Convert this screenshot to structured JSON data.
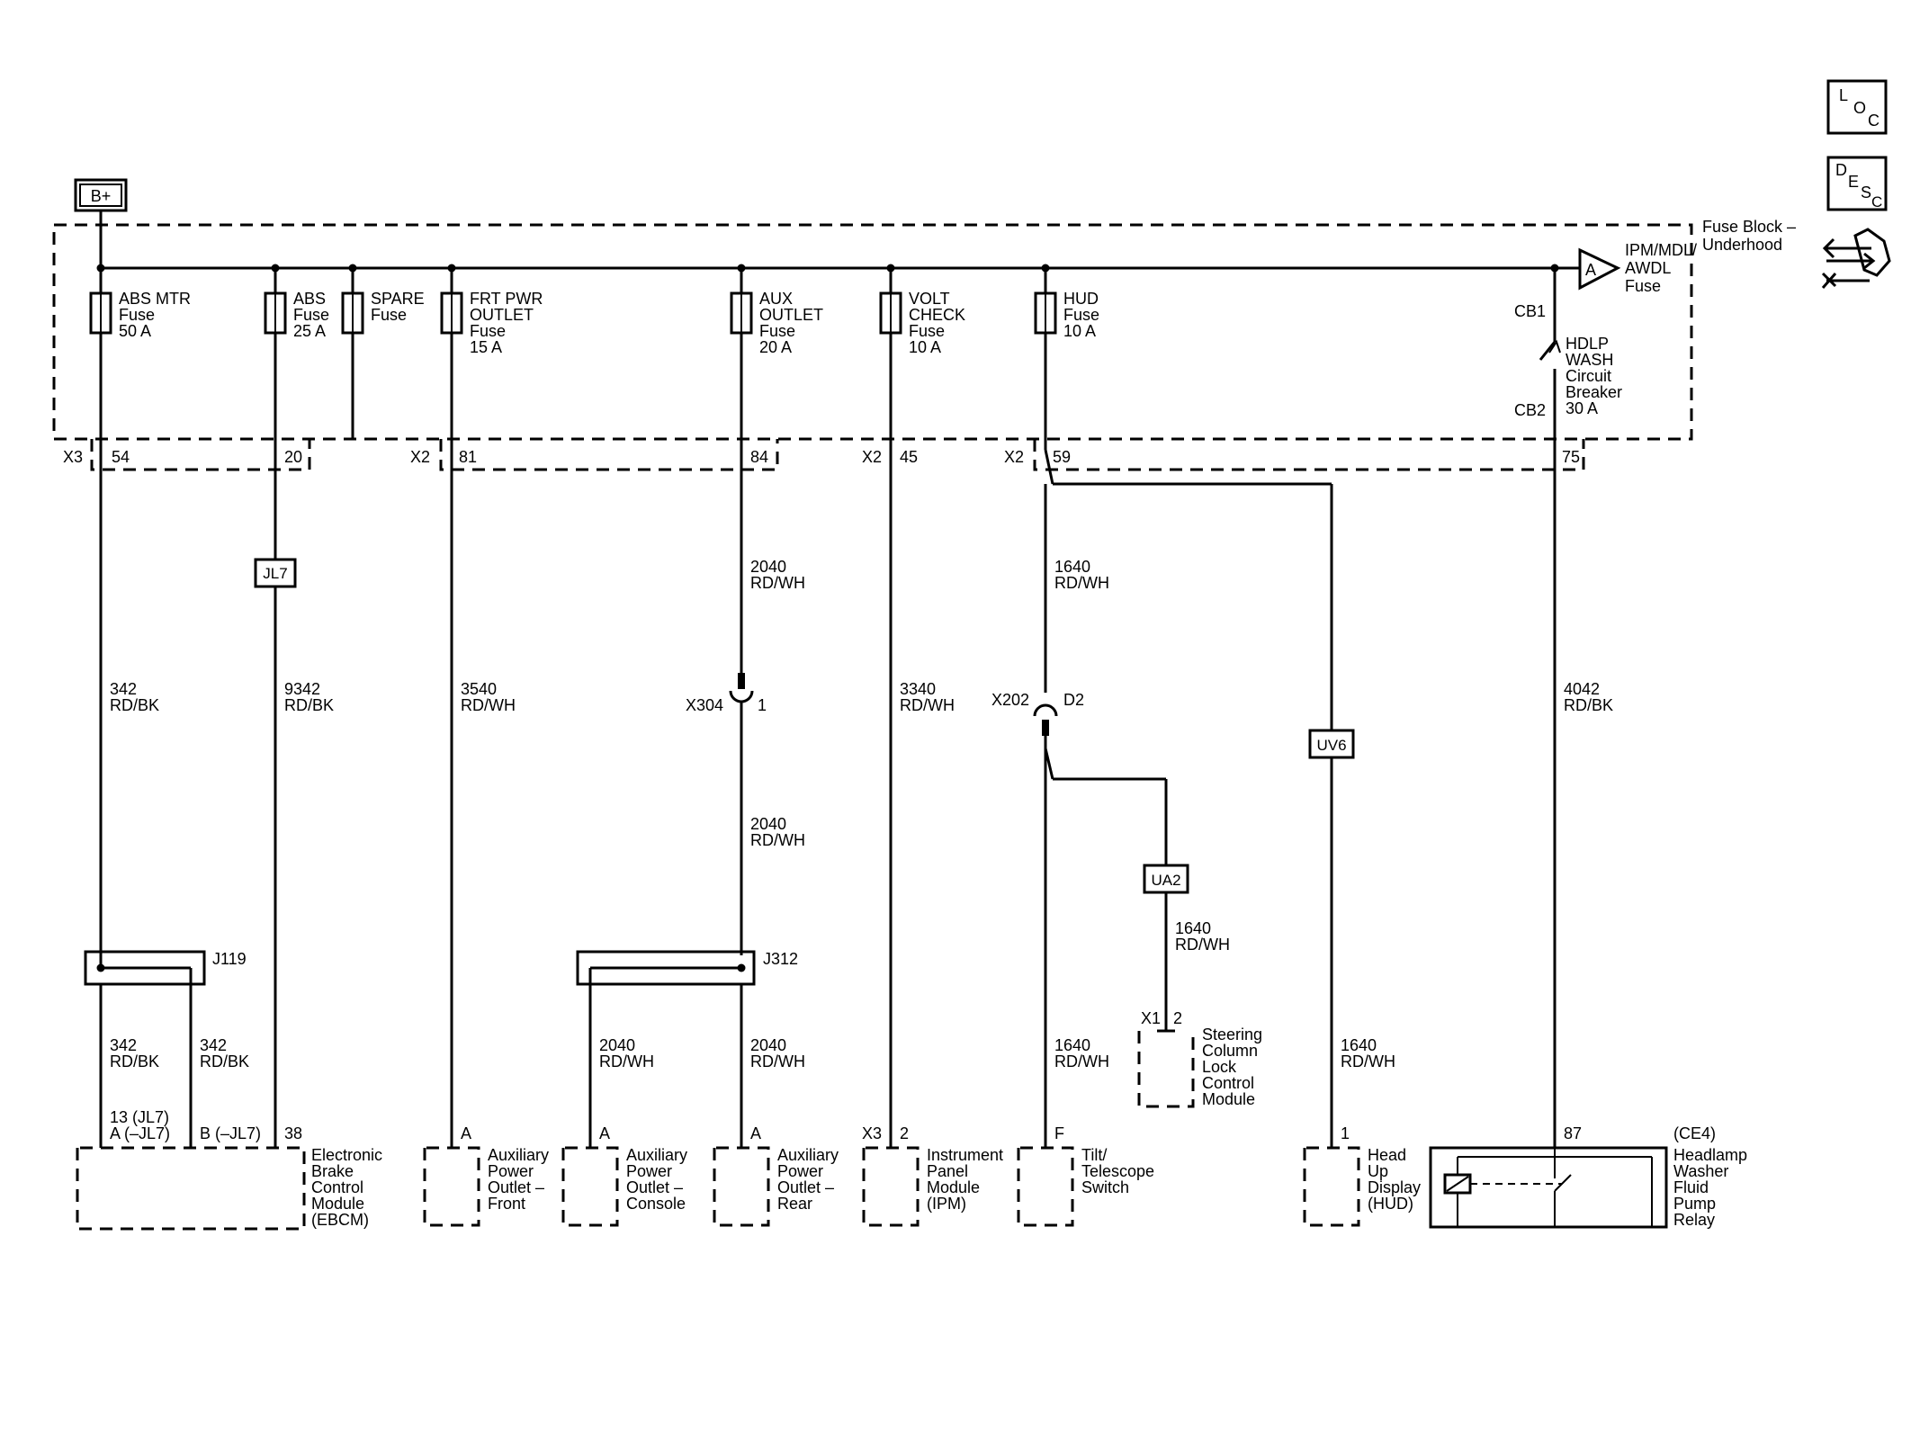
{
  "nav_icons": {
    "loc": {
      "main": "L",
      "sub": "O",
      "sub2": "C"
    },
    "desc": {
      "main": "D",
      "sub": "E",
      "sub2": "S",
      "sub3": "C"
    }
  },
  "supply": {
    "label": "B+"
  },
  "fuse_block": {
    "line1": "Fuse Block –",
    "line2": "Underhood"
  },
  "ipm_fuse": {
    "letter": "A",
    "line1": "IPM/MDL/",
    "line2": "AWDL",
    "line3": "Fuse"
  },
  "breaker": {
    "pin_top": "CB1",
    "pin_bottom": "CB2",
    "line1": "HDLP",
    "line2": "WASH",
    "line3": "Circuit",
    "line4": "Breaker",
    "line5": "30 A"
  },
  "fuses": [
    {
      "id": "abs-mtr",
      "l1": "ABS MTR",
      "l2": "Fuse",
      "l3": "50 A",
      "l4": ""
    },
    {
      "id": "abs",
      "l1": "ABS",
      "l2": "Fuse",
      "l3": "25 A",
      "l4": ""
    },
    {
      "id": "spare",
      "l1": "SPARE",
      "l2": "Fuse",
      "l3": "",
      "l4": ""
    },
    {
      "id": "frt-pwr-outlet",
      "l1": "FRT PWR",
      "l2": "OUTLET",
      "l3": "Fuse",
      "l4": "15 A"
    },
    {
      "id": "aux-outlet",
      "l1": "AUX",
      "l2": "OUTLET",
      "l3": "Fuse",
      "l4": "20 A"
    },
    {
      "id": "volt-check",
      "l1": "VOLT",
      "l2": "CHECK",
      "l3": "Fuse",
      "l4": "10 A"
    },
    {
      "id": "hud",
      "l1": "HUD",
      "l2": "Fuse",
      "l3": "10 A",
      "l4": ""
    }
  ],
  "connectors": {
    "x3_label": "X3",
    "x3_pin54": "54",
    "x3_pin20": "20",
    "x2a_label": "X2",
    "x2a_pin81": "81",
    "x2a_pin84": "84",
    "x2b_label": "X2",
    "x2b_pin45": "45",
    "x2c_label": "X2",
    "x2c_pin59": "59",
    "x2c_pin75": "75"
  },
  "options": {
    "jl7": "JL7",
    "uv6": "UV6",
    "ua2": "UA2"
  },
  "splices": {
    "j119": "J119",
    "j312": "J312"
  },
  "inline": {
    "x304": "X304",
    "x304_pin": "1",
    "x202": "X202",
    "x202_pin": "D2",
    "x1": "X1",
    "x1_pin": "2"
  },
  "wires": {
    "w342": {
      "num": "342",
      "color": "RD/BK"
    },
    "w9342": {
      "num": "9342",
      "color": "RD/BK"
    },
    "w3540": {
      "num": "3540",
      "color": "RD/WH"
    },
    "w2040": {
      "num": "2040",
      "color": "RD/WH"
    },
    "w3340": {
      "num": "3340",
      "color": "RD/WH"
    },
    "w1640": {
      "num": "1640",
      "color": "RD/WH"
    },
    "w4042": {
      "num": "4042",
      "color": "RD/BK"
    }
  },
  "components": {
    "ebcm": {
      "pinA": "13 (JL7)",
      "pinA2": "A (–JL7)",
      "pinB": "B (–JL7)",
      "pin38": "38",
      "l1": "Electronic",
      "l2": "Brake",
      "l3": "Control",
      "l4": "Module",
      "l5": "(EBCM)"
    },
    "apo_front": {
      "pin": "A",
      "l1": "Auxiliary",
      "l2": "Power",
      "l3": "Outlet –",
      "l4": "Front"
    },
    "apo_console": {
      "pin": "A",
      "l1": "Auxiliary",
      "l2": "Power",
      "l3": "Outlet –",
      "l4": "Console"
    },
    "apo_rear": {
      "pin": "A",
      "l1": "Auxiliary",
      "l2": "Power",
      "l3": "Outlet –",
      "l4": "Rear"
    },
    "ipm": {
      "conn": "X3",
      "pin": "2",
      "l1": "Instrument",
      "l2": "Panel",
      "l3": "Module",
      "l4": "(IPM)"
    },
    "tilt": {
      "pin": "F",
      "l1": "Tilt/",
      "l2": "Telescope",
      "l3": "Switch"
    },
    "sclcm": {
      "l1": "Steering",
      "l2": "Column",
      "l3": "Lock",
      "l4": "Control",
      "l5": "Module"
    },
    "hud": {
      "pin": "1",
      "l1": "Head",
      "l2": "Up",
      "l3": "Display",
      "l4": "(HUD)"
    },
    "relay": {
      "pin": "87",
      "code": "(CE4)",
      "l1": "Headlamp",
      "l2": "Washer",
      "l3": "Fluid",
      "l4": "Pump",
      "l5": "Relay"
    }
  }
}
